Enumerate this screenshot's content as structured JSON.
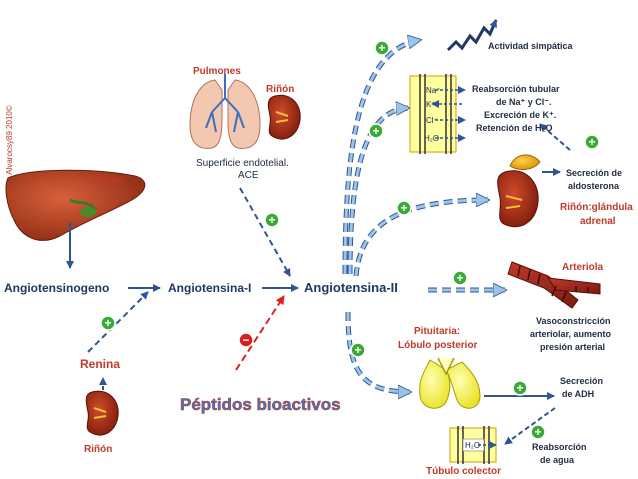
{
  "watermark": "Alvarocsy89 2010©",
  "organs": {
    "liver": "Hígado",
    "lungs": "Pulmones",
    "kidney_top": "Riñón",
    "kidney_bottom": "Riñón",
    "adrenal_line1": "Riñón:glándula",
    "adrenal_line2": "adrenal",
    "arteriole": "Arteriola",
    "pituitary_line1": "Pituitaria:",
    "pituitary_line2": "Lóbulo posterior",
    "collecting_tubule": "Túbulo colector"
  },
  "molecules": {
    "angiotensinogen": "Angiotensinogeno",
    "angiotensin_1": "Angiotensina-I",
    "angiotensin_2": "Angiotensina-II",
    "renin": "Renina",
    "bioactive_peptides": "Péptidos bioactivos"
  },
  "notes": {
    "endothelial_line1": "Superficie endotelial.",
    "endothelial_line2": "ACE"
  },
  "effects": {
    "sympathetic": "Actividad simpática",
    "tubular_line1": "Reabsorción tubular",
    "tubular_line2": "de Na⁺ y Cl⁻.",
    "tubular_line3": "Excreción de K⁺.",
    "tubular_line4": "Retención de H₂O",
    "aldosterone_line1": "Secreción de",
    "aldosterone_line2": "aldosterona",
    "vaso_line1": "Vasoconstricción",
    "vaso_line2": "arteriolar, aumento",
    "vaso_line3": "presión arterial",
    "adh_line1": "Secreción",
    "adh_line2": "de ADH",
    "water_line1": "Reabsorción",
    "water_line2": "de agua"
  },
  "ions": {
    "na": "Na⁺",
    "k": "K⁺",
    "cl": "Cl⁻",
    "h2o": "H₂O",
    "tubule_h2o": "H₂O"
  },
  "signs": {
    "plus": "+",
    "minus": "−"
  },
  "colors": {
    "molecule_text": "#1f3864",
    "organ_text": "#c0392b",
    "effect_text": "#1f2a44",
    "arrow_blue": "#2f5597",
    "arrow_light": "#9dc3e6",
    "arrow_red": "#e02020",
    "plus_badge": "#3aaa35",
    "minus_badge": "#d62020",
    "peptides": "#3b79c5"
  }
}
